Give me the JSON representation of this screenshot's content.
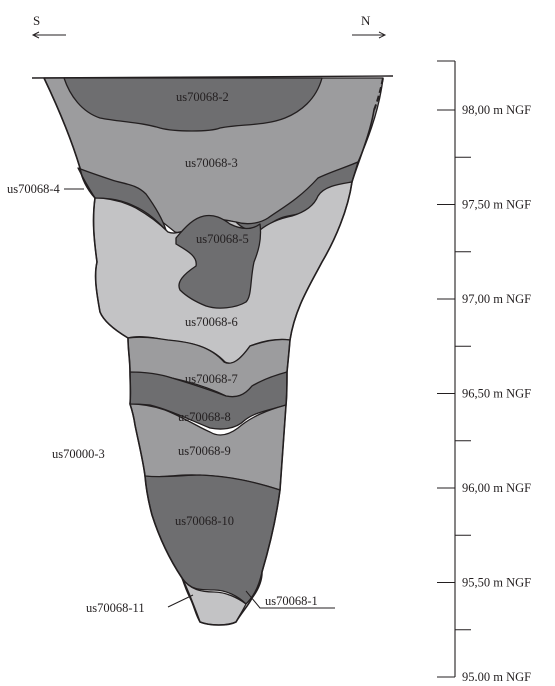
{
  "directions": {
    "south": "S",
    "north": "N"
  },
  "colors": {
    "dark": "#6e6e70",
    "medium": "#9c9c9e",
    "light": "#c3c3c5",
    "line": "#231f20"
  },
  "layers": [
    {
      "id": "us70068-2",
      "shade": "dark"
    },
    {
      "id": "us70068-3",
      "shade": "medium"
    },
    {
      "id": "us70068-4",
      "shade": "dark"
    },
    {
      "id": "us70068-5",
      "shade": "dark"
    },
    {
      "id": "us70068-6",
      "shade": "light"
    },
    {
      "id": "us70068-7",
      "shade": "medium"
    },
    {
      "id": "us70068-8",
      "shade": "dark"
    },
    {
      "id": "us70068-9",
      "shade": "medium"
    },
    {
      "id": "us70068-10",
      "shade": "dark"
    },
    {
      "id": "us70068-11",
      "shade": "light"
    },
    {
      "id": "us70068-1",
      "shade": "medium"
    },
    {
      "id": "us70000-3",
      "shade": "none"
    }
  ],
  "scale": {
    "values": [
      98.0,
      97.5,
      97.0,
      96.5,
      96.0,
      95.5,
      95.0
    ],
    "labels": [
      "98,00 m NGF",
      "97,50 m NGF",
      "97,00 m NGF",
      "96,50 m NGF",
      "96,00 m NGF",
      "95,50 m NGF",
      "95,00 m NGF"
    ]
  }
}
